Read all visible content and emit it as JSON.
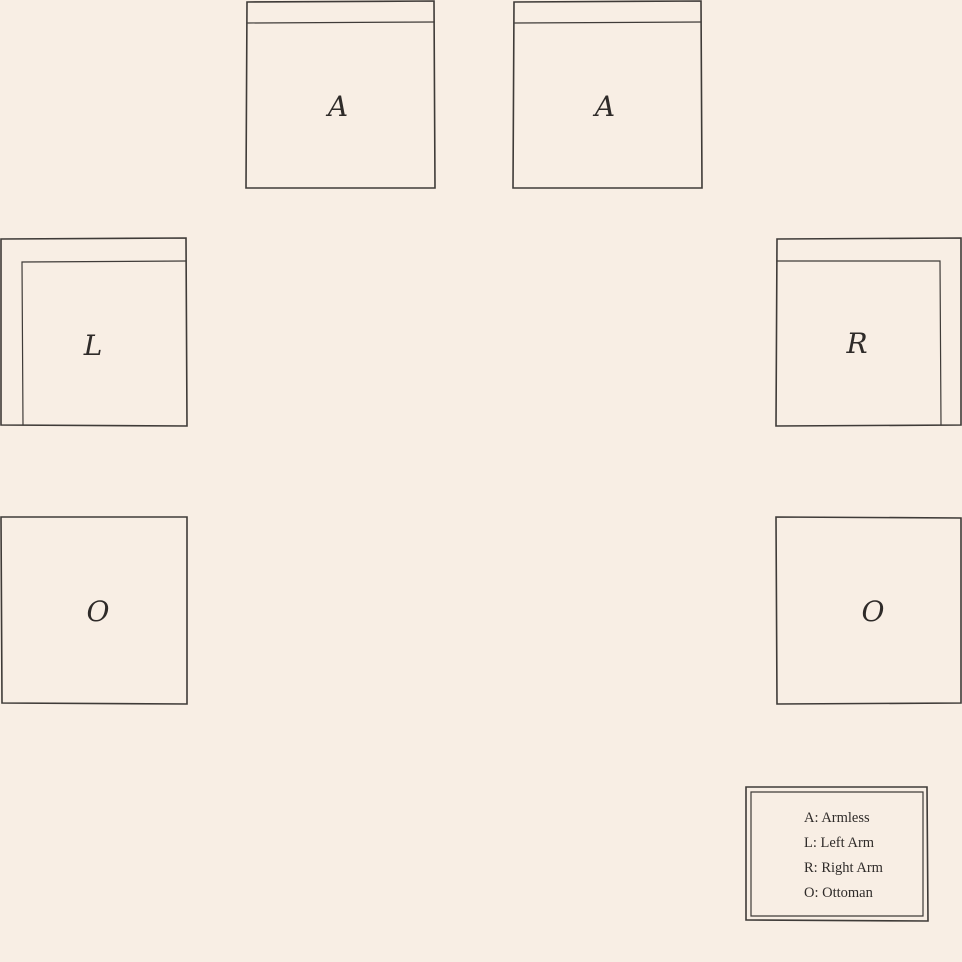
{
  "pieces": [
    {
      "id": "armless-1",
      "letter": "A",
      "type": "armless"
    },
    {
      "id": "armless-2",
      "letter": "A",
      "type": "armless"
    },
    {
      "id": "left-arm",
      "letter": "L",
      "type": "left_arm"
    },
    {
      "id": "right-arm",
      "letter": "R",
      "type": "right_arm"
    },
    {
      "id": "ottoman-left",
      "letter": "O",
      "type": "ottoman"
    },
    {
      "id": "ottoman-right",
      "letter": "O",
      "type": "ottoman"
    }
  ],
  "legend": {
    "items": [
      "A: Armless",
      "L: Left Arm",
      "R: Right Arm",
      "O: Ottoman"
    ]
  },
  "colors": {
    "background": "#f8eee4",
    "stroke": "#3f3b38",
    "text": "#2f2b29"
  }
}
